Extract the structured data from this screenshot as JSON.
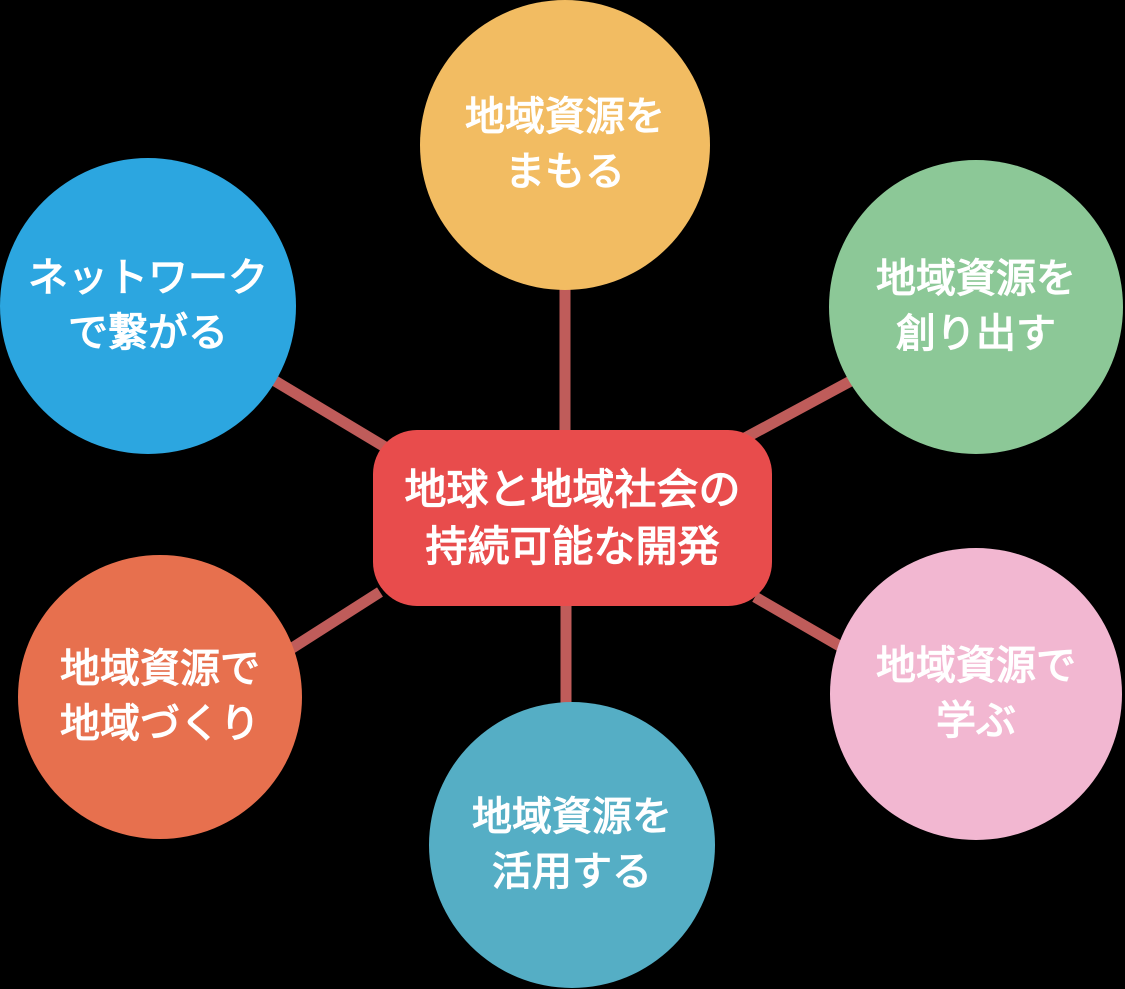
{
  "diagram": {
    "title": "地球と地域社会の持続可能な開発",
    "background_color": "#000000",
    "connector_color": "#BF5C5A",
    "text_color": "#FFFFFF",
    "center": {
      "line1": "地球と地域社会の",
      "line2": "持続可能な開発",
      "color": "#E84C4C",
      "shape": "rounded-rectangle"
    },
    "nodes": [
      {
        "id": "protect-resources",
        "position": "top",
        "line1": "地域資源を",
        "line2": "まもる",
        "color": "#F2BC62",
        "connects_to": "center"
      },
      {
        "id": "create-resources",
        "position": "top-right",
        "line1": "地域資源を",
        "line2": "創り出す",
        "color": "#8CC897",
        "connects_to": "center"
      },
      {
        "id": "learn-by-resources",
        "position": "bottom-right",
        "line1": "地域資源で",
        "line2": "学ぶ",
        "color": "#F2B7D1",
        "connects_to": "center"
      },
      {
        "id": "utilize-resources",
        "position": "bottom",
        "line1": "地域資源を",
        "line2": "活用する",
        "color": "#55AEC5",
        "connects_to": "center"
      },
      {
        "id": "community-building",
        "position": "bottom-left",
        "line1": "地域資源で",
        "line2": "地域づくり",
        "color": "#E7704E",
        "connects_to": "center"
      },
      {
        "id": "network-connect",
        "position": "top-left",
        "line1": "ネットワーク",
        "line2": "で繋がる",
        "color": "#2CA6E0",
        "connects_to": "center"
      }
    ]
  }
}
